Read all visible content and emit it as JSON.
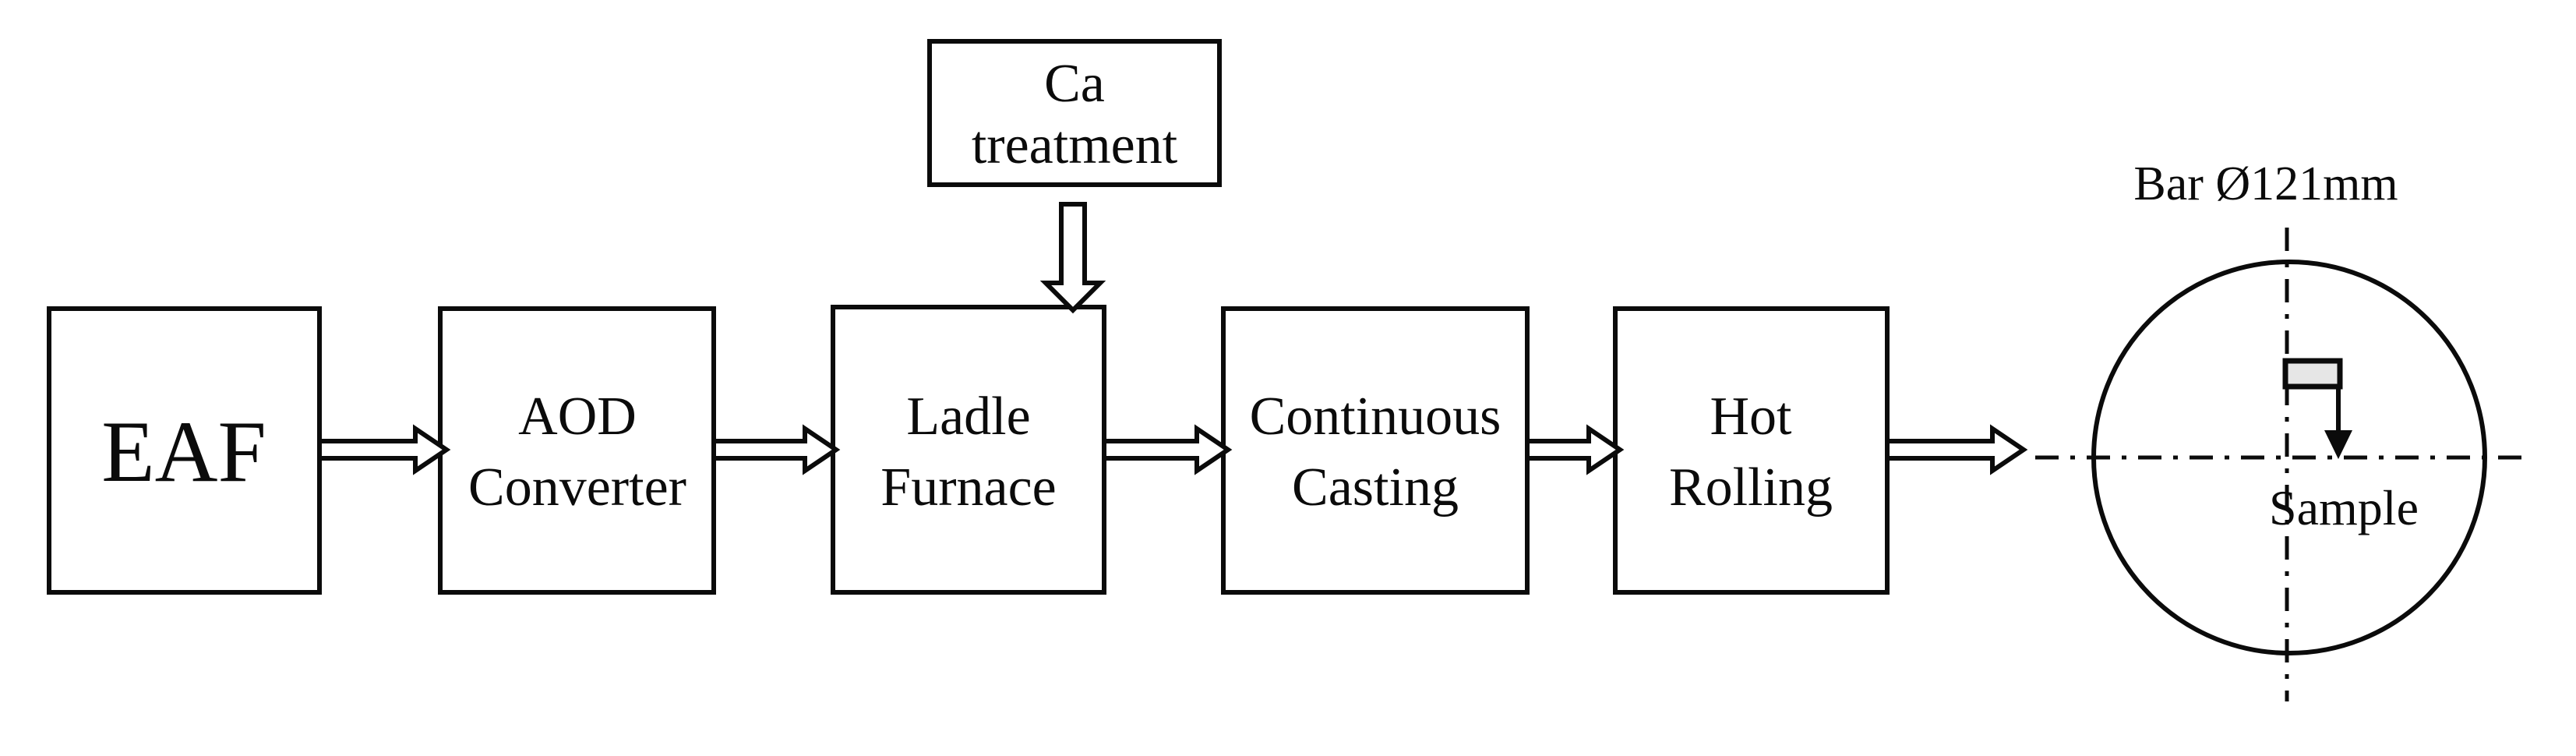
{
  "figure": {
    "background": "#ffffff",
    "line_color": "#0b0b0b",
    "sample_fill": "#e6e6e6"
  },
  "process_flow": {
    "boxes": [
      {
        "lines": [
          "EAF"
        ]
      },
      {
        "lines": [
          "AOD",
          "Converter"
        ]
      },
      {
        "lines": [
          "Ladle",
          "Furnace"
        ]
      },
      {
        "lines": [
          "Continuous",
          "Casting"
        ]
      },
      {
        "lines": [
          "Hot",
          "Rolling"
        ]
      }
    ],
    "addition_box": {
      "lines": [
        "Ca",
        "treatment"
      ]
    }
  },
  "bar_section": {
    "bar_label": "Bar Ø121mm",
    "sample_label": "Sample"
  }
}
